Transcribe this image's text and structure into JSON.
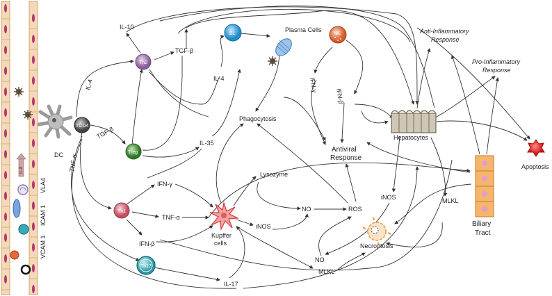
{
  "labels": {
    "il10": "IL-10",
    "il4_top": "IL-4",
    "tgfb_top": "TGF-β",
    "th2": "Th2",
    "bl": "BL",
    "plasma": "Plasma Cells",
    "nk": "NK",
    "ifng_top": "IFN-γ",
    "ifnb_top": "IFN-β",
    "anti_inflam": [
      "Anti-Inflammatory",
      "Response"
    ],
    "pro_inflam": [
      "Pro-Inflammatory",
      "Response"
    ],
    "il4_mid": "IL-4",
    "tcd4": "TCD4",
    "dc": "DC",
    "tgfb_mid": "TGF-β",
    "treg": "Treg",
    "il35": "IL-35",
    "phago": "Phagocytosis",
    "antiviral": [
      "Antiviral",
      "Response"
    ],
    "hepato": "Hepatocytes",
    "apoptosis": "Apoptosis",
    "vla4": "VLA4",
    "icam1": "ICAM 1",
    "vcam1": "VCAM 1",
    "il8": "IL-8",
    "tnfa_left": "TNF-α",
    "ifng_mid": "IFN-γ",
    "lysozyme": "Lysozyme",
    "th1": "Th1",
    "tnfa_mid": "TNF-α",
    "kupffer": [
      "Kupffer",
      "cells"
    ],
    "inos_mid": "iNOS",
    "no_mid": "NO",
    "ros": "ROS",
    "inos_right": "iNOS",
    "mlkl_right": "MLKL",
    "biliary": [
      "Biliary",
      "Tract"
    ],
    "ifnb_mid": "IFN-β",
    "necroptosis": "Necroptosis",
    "no_low": "NO",
    "mlkl_low": "MLKL",
    "th17": "Th17",
    "il17": "IL-17"
  },
  "colors": {
    "th2": "#9b6fa8",
    "bl": "#2f9fd8",
    "nk": "#e06a3a",
    "tcd4": "#555555",
    "treg": "#3f8a35",
    "th1": "#d66070",
    "th17": "#3aaab8",
    "kupffer": "#e05a5a",
    "apoptosis": "#e01818",
    "biliary": "#f0a050",
    "vessel": "#e8b57a"
  }
}
